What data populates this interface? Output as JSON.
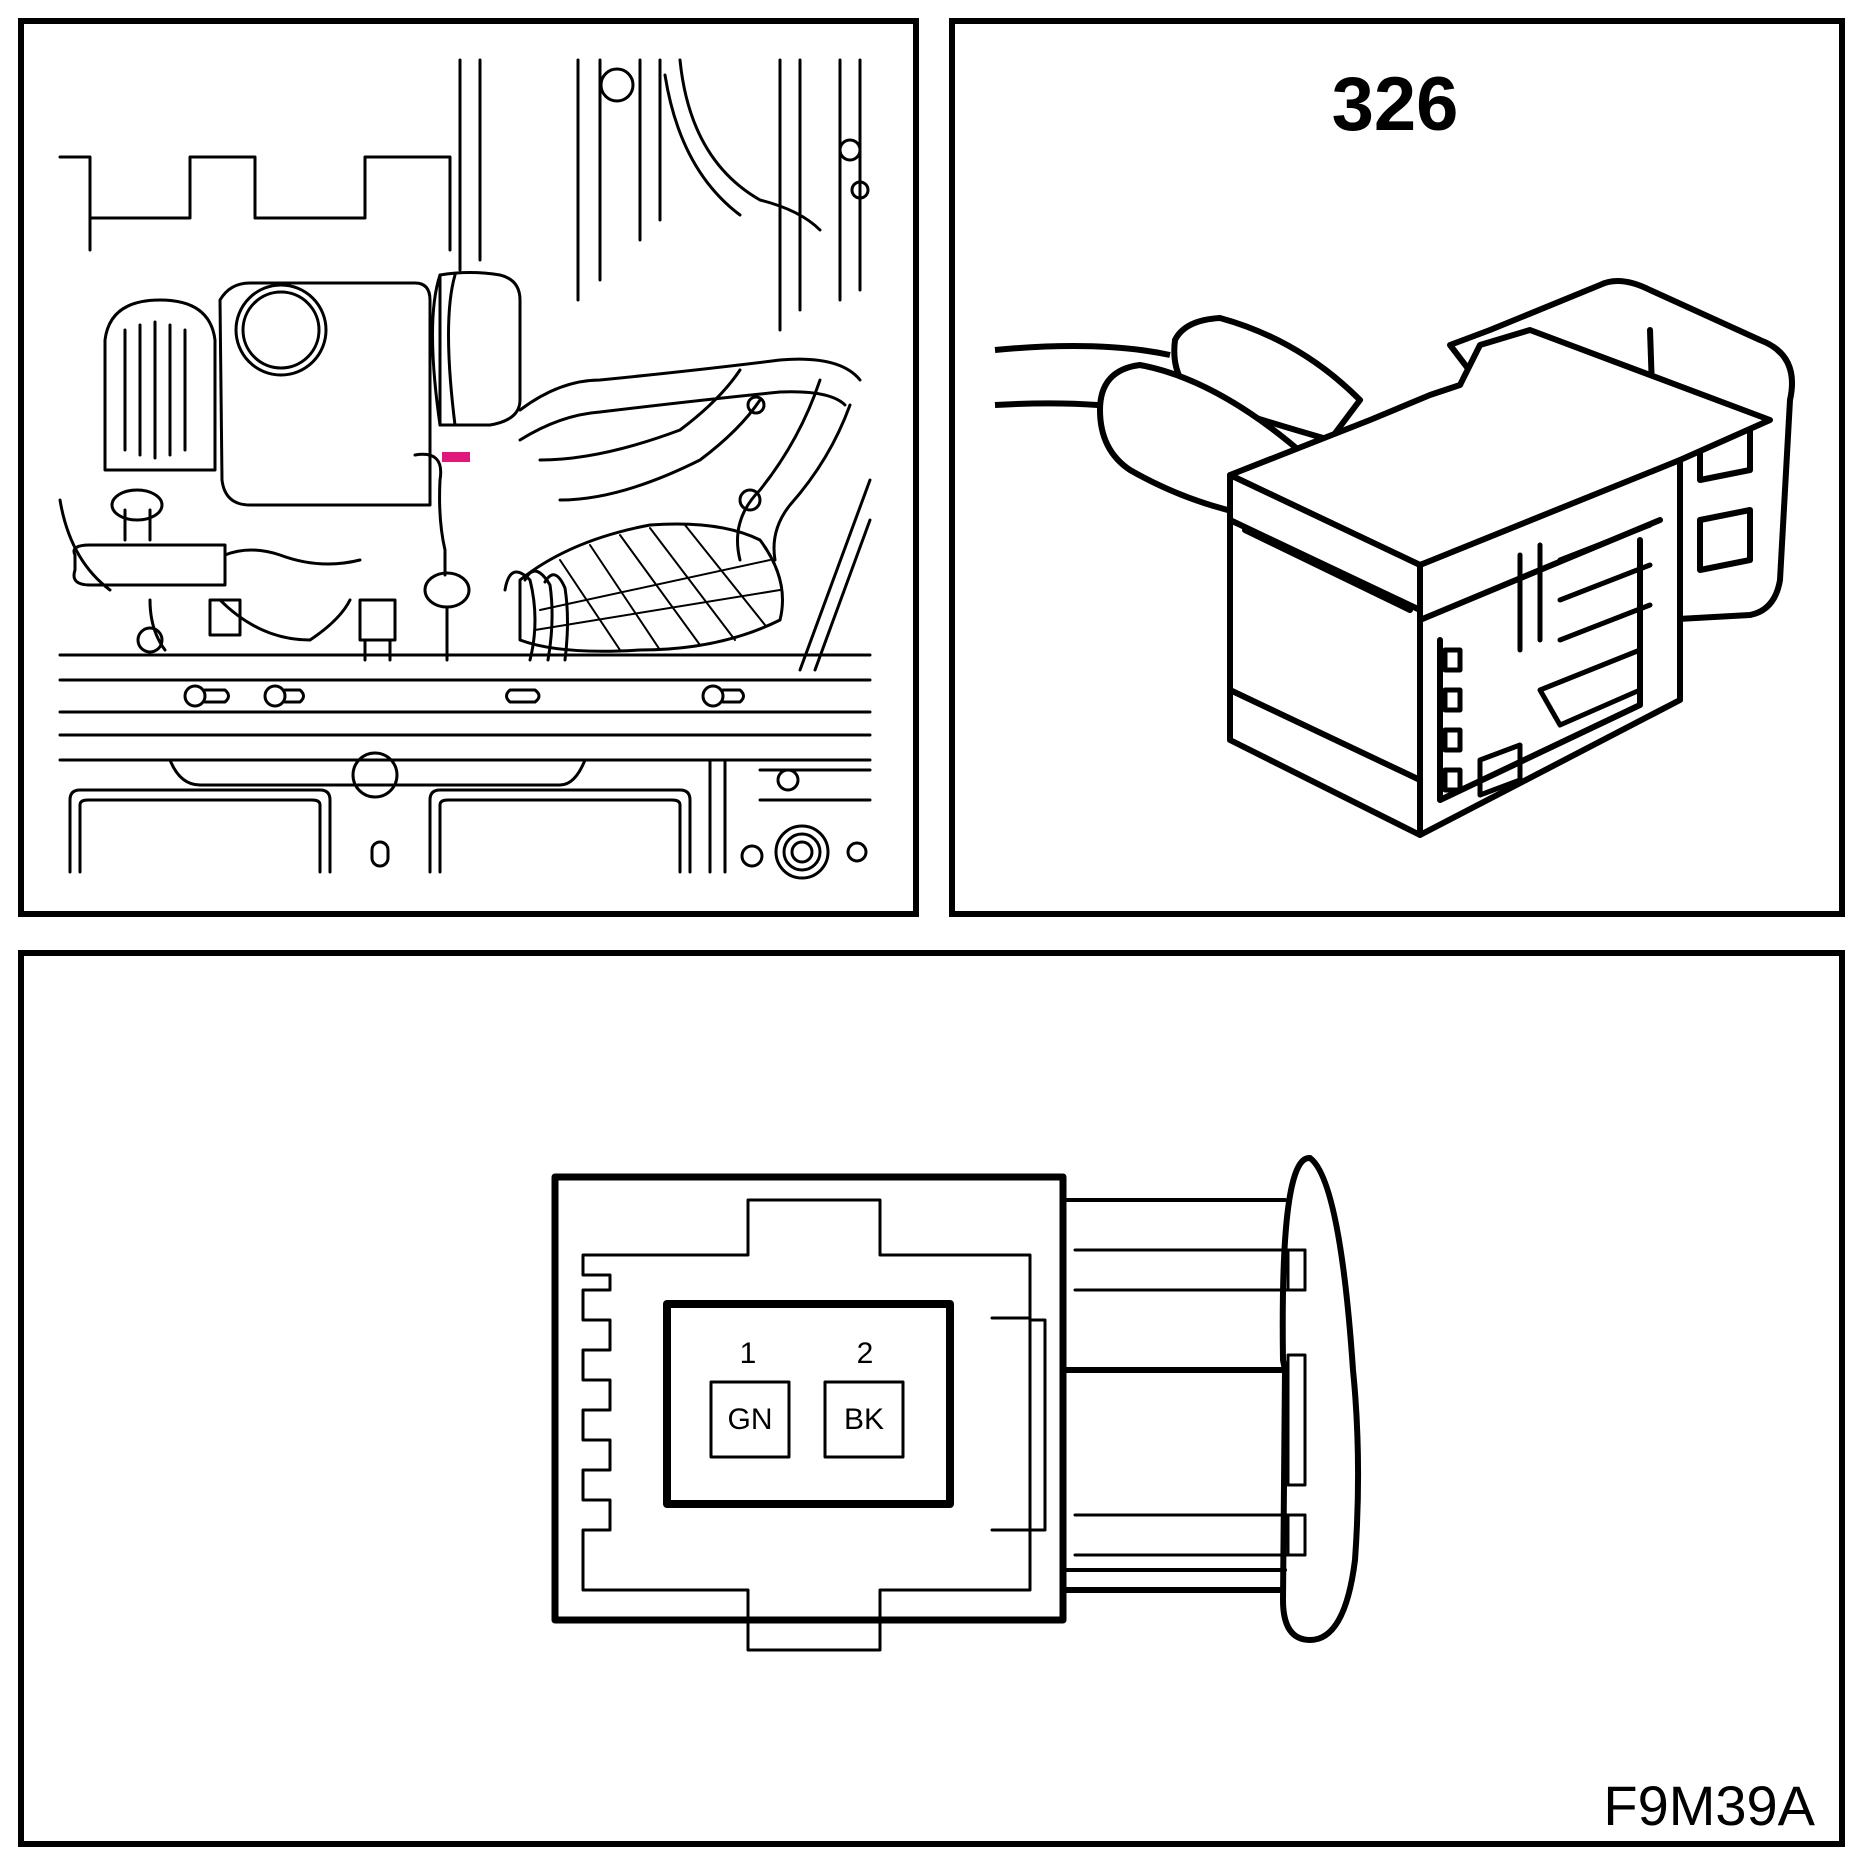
{
  "connector": {
    "number": "326",
    "pins": [
      {
        "number": "1",
        "color": "GN"
      },
      {
        "number": "2",
        "color": "BK"
      }
    ]
  },
  "figure_code": "F9M39A",
  "colors": {
    "line": "#000000",
    "background": "#ffffff",
    "location_marker": "#e0187c"
  }
}
